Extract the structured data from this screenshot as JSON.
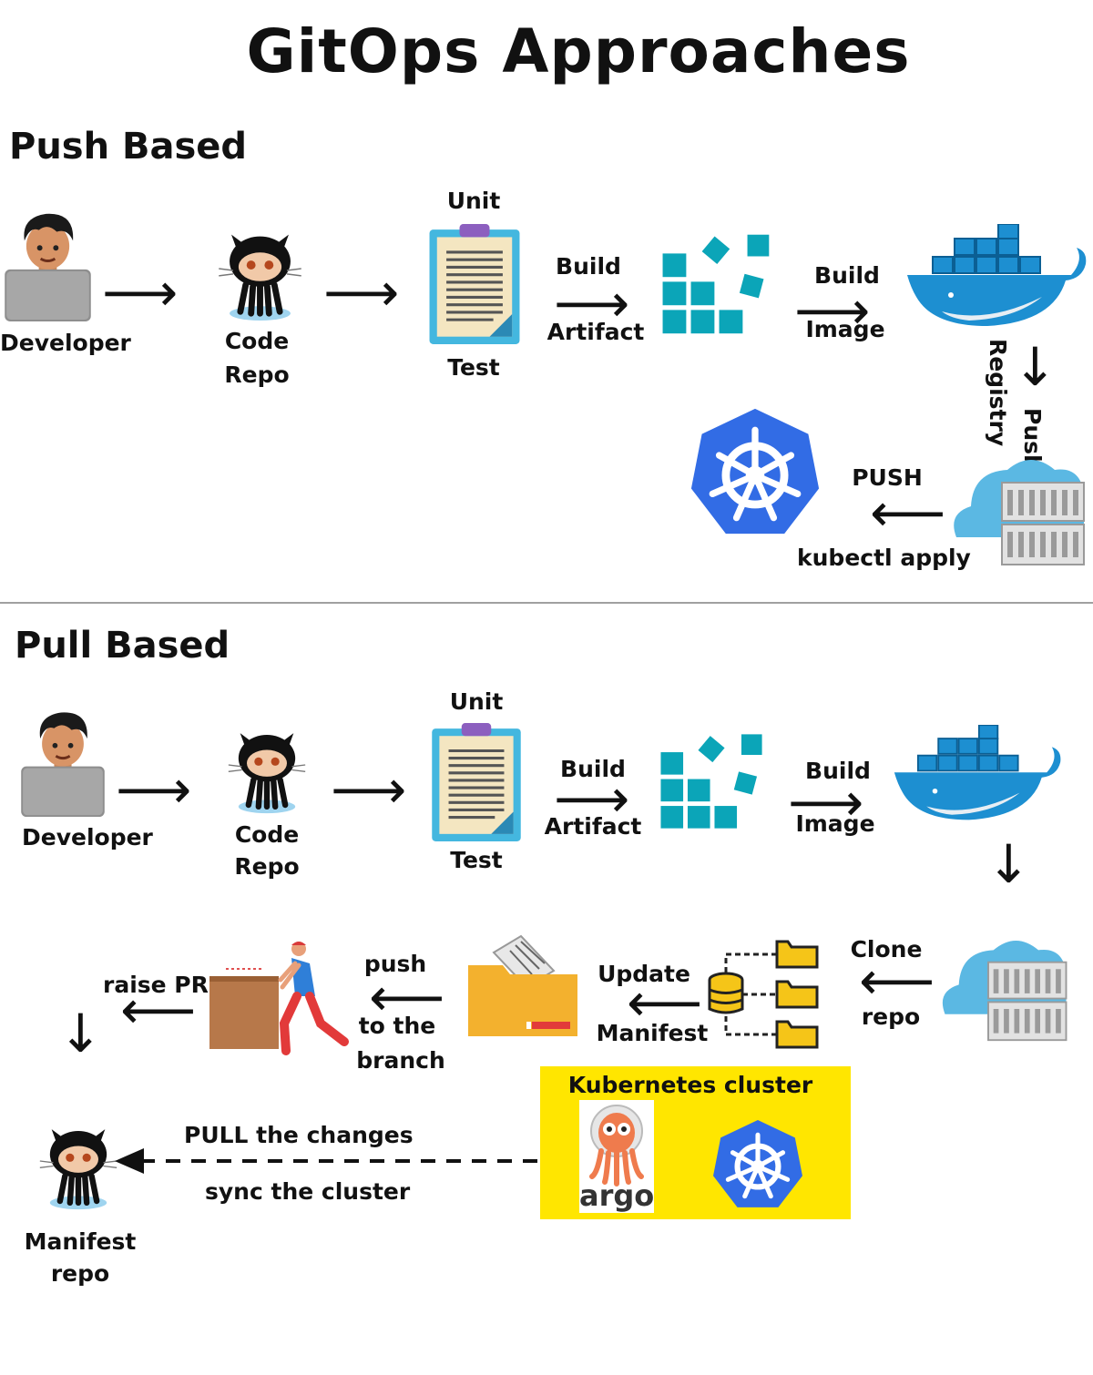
{
  "title": "GitOps Approaches",
  "push": {
    "heading": "Push Based",
    "developer": "Developer",
    "code_repo": [
      "Code",
      "Repo"
    ],
    "unit_test": [
      "Unit",
      "Test"
    ],
    "build_artifact": [
      "Build",
      "Artifact"
    ],
    "build_image": [
      "Build",
      "Image"
    ],
    "push_registry": [
      "Push",
      "Registry"
    ],
    "deploy": [
      "PUSH",
      "kubectl apply"
    ]
  },
  "pull": {
    "heading": "Pull Based",
    "developer": "Developer",
    "code_repo": [
      "Code",
      "Repo"
    ],
    "unit_test": [
      "Unit",
      "Test"
    ],
    "build_artifact": [
      "Build",
      "Artifact"
    ],
    "build_image": [
      "Build",
      "Image"
    ],
    "clone_repo": [
      "Clone",
      "repo"
    ],
    "update_manifest": [
      "Update",
      "Manifest"
    ],
    "push_branch": [
      "push",
      "to the",
      "branch"
    ],
    "raise_pr": "raise PR",
    "manifest_repo": [
      "Manifest",
      "repo"
    ],
    "sync": [
      "PULL  the changes",
      "sync the cluster"
    ],
    "k8s_cluster": "Kubernetes cluster",
    "argo": "argo"
  },
  "colors": {
    "teal": "#0ba5b8",
    "docker_blue": "#1d8fd1",
    "k8s_blue": "#326ce5",
    "cloud_blue": "#5bb8e3",
    "k8s_box": "#ffe600",
    "argo_orange": "#ef7b4d"
  },
  "icons": [
    "developer-icon",
    "octocat-icon",
    "clipboard-icon",
    "artifact-blocks-icon",
    "docker-whale-icon",
    "kubernetes-icon",
    "cloud-registry-icon",
    "database-tree-icon",
    "folder-icon",
    "push-box-person-icon",
    "argo-icon"
  ]
}
